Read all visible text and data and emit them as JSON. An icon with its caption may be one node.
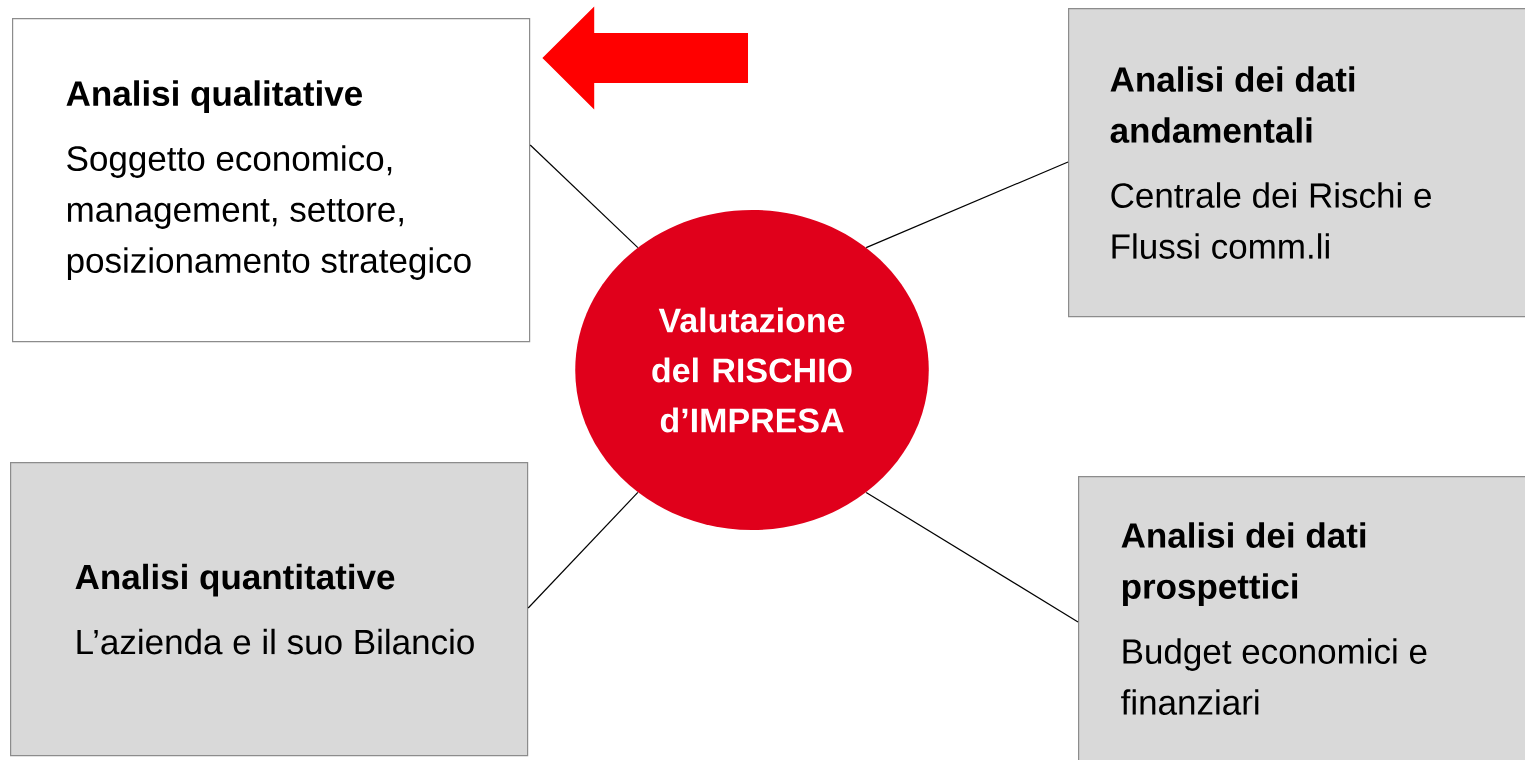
{
  "diagram": {
    "nodes": [
      {
        "text": [
          "Analisi qualitative",
          "Soggetto economico, management, settore, posizionamento strategico"
        ]
      },
      {
        "text": [
          "Analisi dei dati andamentali",
          "Centrale dei Rischi e Flussi comm.li"
        ]
      },
      {
        "text": [
          "Valutazione del RISCHIO d’IMPRESA"
        ]
      },
      {
        "text": [
          "Analisi quantitative",
          "L’azienda e il suo Bilancio"
        ]
      },
      {
        "text": [
          "Analisi dei dati prospettici",
          "Budget economici e finanziari"
        ]
      }
    ],
    "edges": [
      {
        "from": 2,
        "to": 0,
        "arrow": "none"
      },
      {
        "from": 2,
        "to": 1,
        "arrow": "none"
      },
      {
        "from": 2,
        "to": 3,
        "arrow": "none"
      },
      {
        "from": 2,
        "to": 4,
        "arrow": "none"
      },
      {
        "from": null,
        "to": 0,
        "arrow": "to",
        "style": "thick",
        "color": "#ff0000"
      }
    ]
  }
}
